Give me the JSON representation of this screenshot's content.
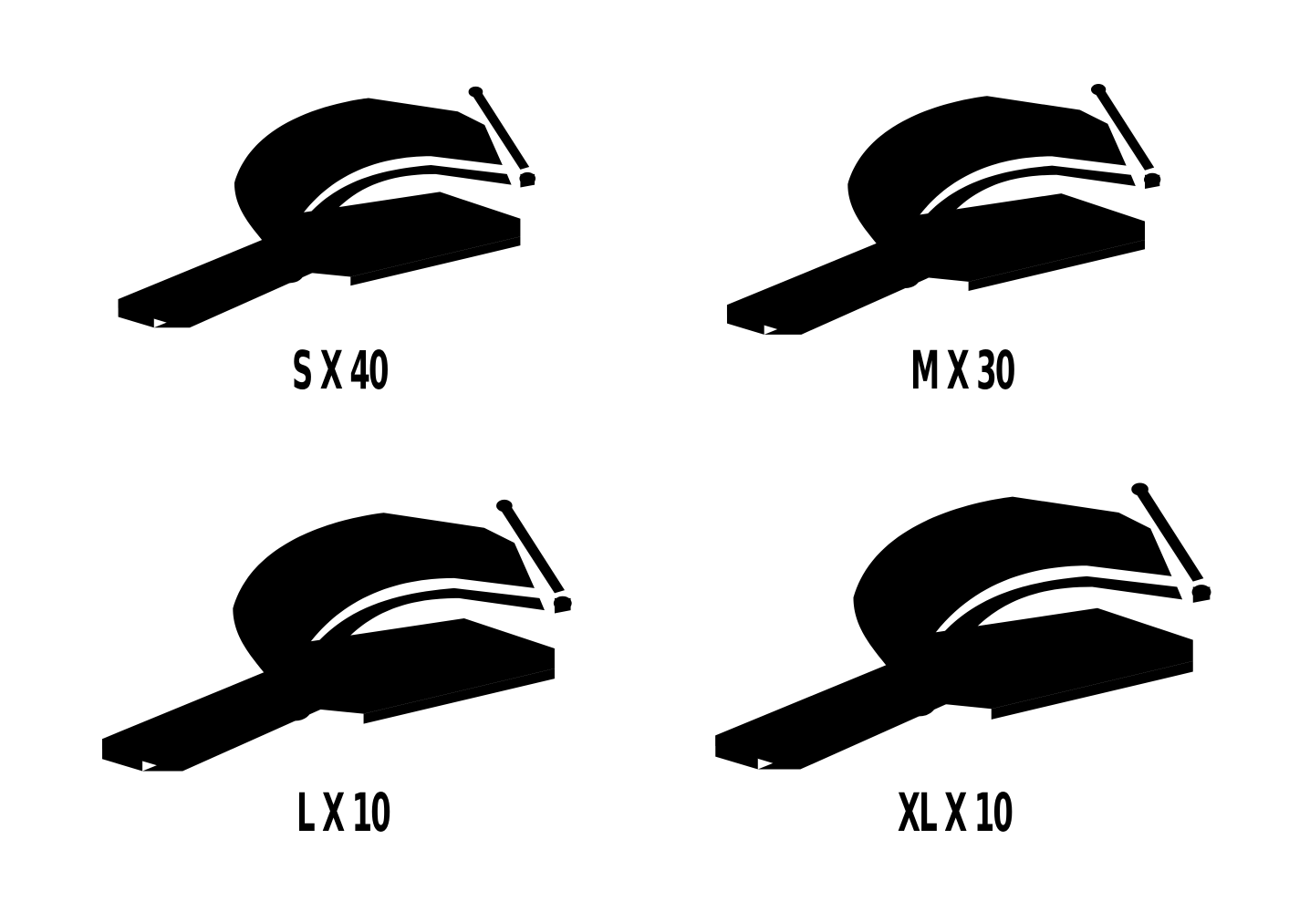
{
  "panels": [
    {
      "id": "s",
      "label": "S X 40"
    },
    {
      "id": "m",
      "label": "M X 30"
    },
    {
      "id": "l",
      "label": "L X 10"
    },
    {
      "id": "xl",
      "label": "XL X 10"
    }
  ],
  "colors": {
    "background": "#ffffff",
    "line": "#000000",
    "text": "#000000"
  }
}
